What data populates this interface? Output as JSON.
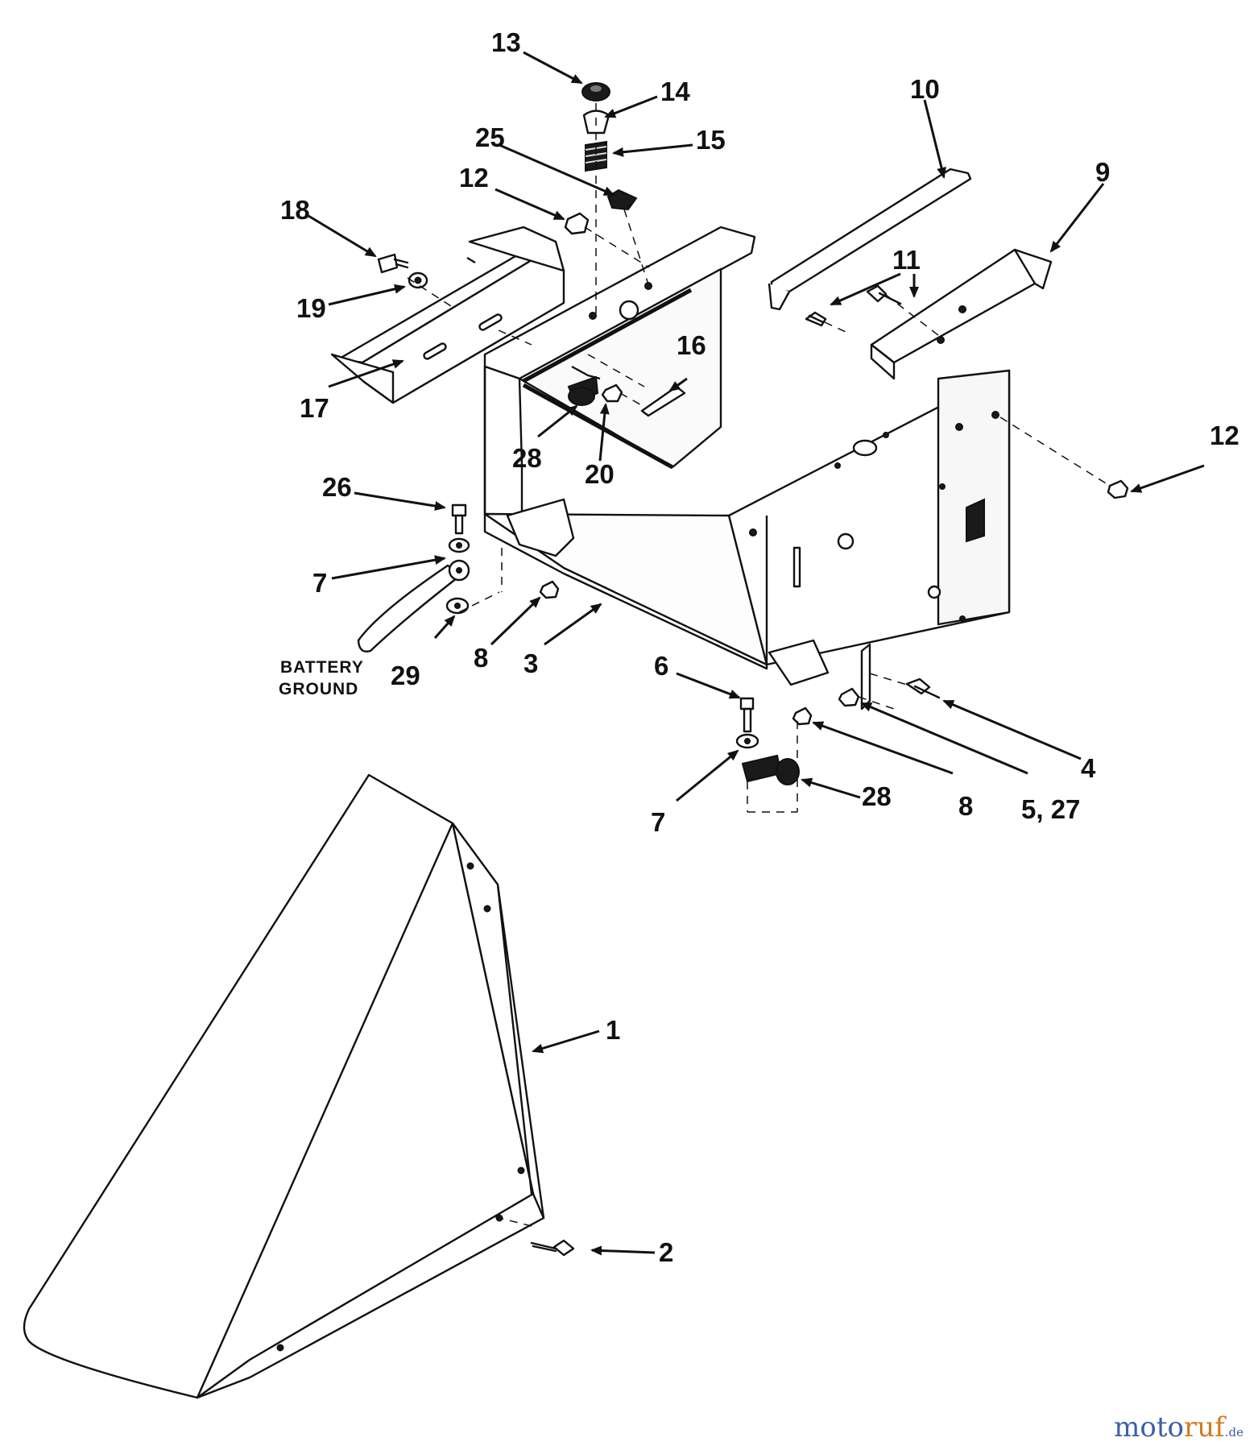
{
  "labels": {
    "l13": "13",
    "l14": "14",
    "l15": "15",
    "l25": "25",
    "l12a": "12",
    "l10": "10",
    "l9": "9",
    "l18": "18",
    "l11": "11",
    "l19": "19",
    "l16": "16",
    "l17": "17",
    "l28a": "28",
    "l20": "20",
    "l12b": "12",
    "l26": "26",
    "l7a": "7",
    "l8a": "8",
    "l3": "3",
    "l29": "29",
    "l6": "6",
    "l4": "4",
    "l7b": "7",
    "l28b": "28",
    "l8b": "8",
    "l527": "5, 27",
    "l1": "1",
    "l2": "2"
  },
  "battery": {
    "line1": "BATTERY",
    "line2": "GROUND"
  },
  "watermark": {
    "brand_a": "moto",
    "brand_b": "ruf",
    "suffix": ".de"
  }
}
